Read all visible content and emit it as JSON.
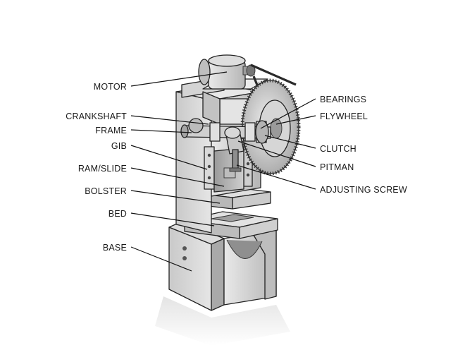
{
  "labels": {
    "motor": "MOTOR",
    "crankshaft": "CRANKSHAFT",
    "frame": "FRAME",
    "gib": "GIB",
    "ram_slide": "RAM/SLIDE",
    "bolster": "BOLSTER",
    "bed": "BED",
    "base": "BASE",
    "bearings": "BEARINGS",
    "flywheel": "FLYWHEEL",
    "clutch": "CLUTCH",
    "pitman": "PITMAN",
    "adjusting_screw": "ADJUSTING SCREW"
  }
}
